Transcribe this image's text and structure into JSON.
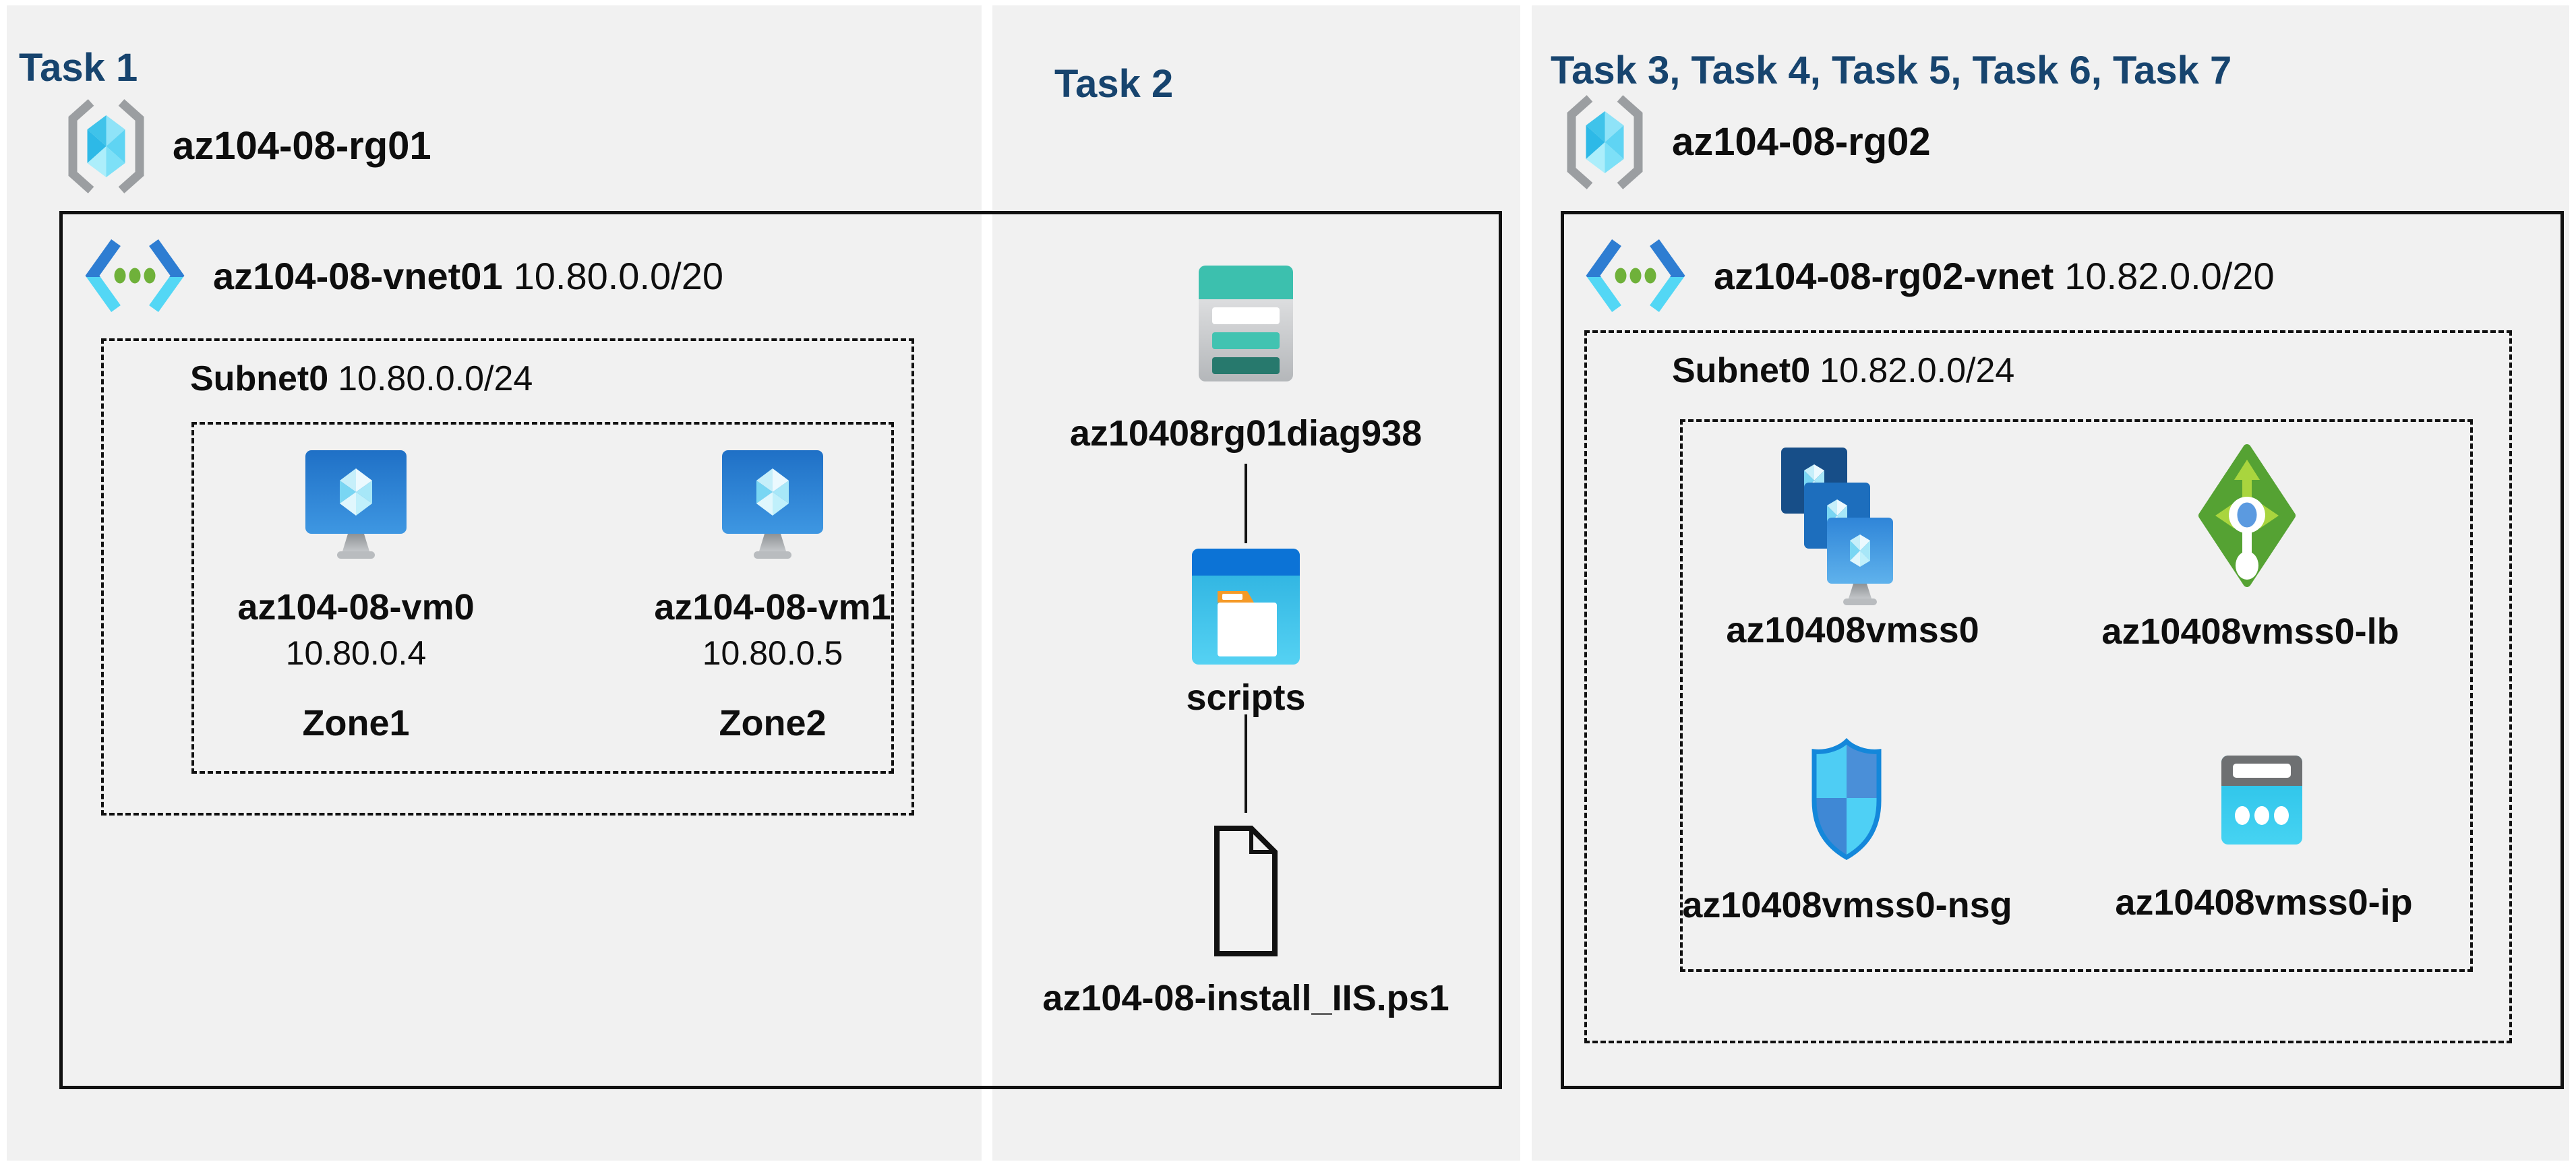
{
  "palette": {
    "page-bg": "#ffffff",
    "panel-bg": "#f1f1f1",
    "task-title": "#17446e",
    "text": "#0e0e0e",
    "line": "#111111"
  },
  "panels": [
    {
      "task_label": "Task 1",
      "resource_group": "az104-08-rg01",
      "vnet_name": "az104-08-vnet01",
      "vnet_cidr": "10.80.0.0/20",
      "subnet_name": "Subnet0",
      "subnet_cidr": "10.80.0.0/24",
      "vms": [
        {
          "name": "az104-08-vm0",
          "ip": "10.80.0.4",
          "zone": "Zone1"
        },
        {
          "name": "az104-08-vm1",
          "ip": "10.80.0.5",
          "zone": "Zone2"
        }
      ]
    },
    {
      "task_label": "Task 2",
      "storage_account": "az10408rg01diag938",
      "container": "scripts",
      "script_file": "az104-08-install_IIS.ps1"
    },
    {
      "task_label": "Task 3, Task 4, Task 5, Task 6, Task 7",
      "resource_group": "az104-08-rg02",
      "vnet_name": "az104-08-rg02-vnet",
      "vnet_cidr": "10.82.0.0/20",
      "subnet_name": "Subnet0",
      "subnet_cidr": "10.82.0.0/24",
      "resources": [
        {
          "name": "az10408vmss0"
        },
        {
          "name": "az10408vmss0-lb"
        },
        {
          "name": "az10408vmss0-nsg"
        },
        {
          "name": "az10408vmss0-ip"
        }
      ]
    }
  ]
}
